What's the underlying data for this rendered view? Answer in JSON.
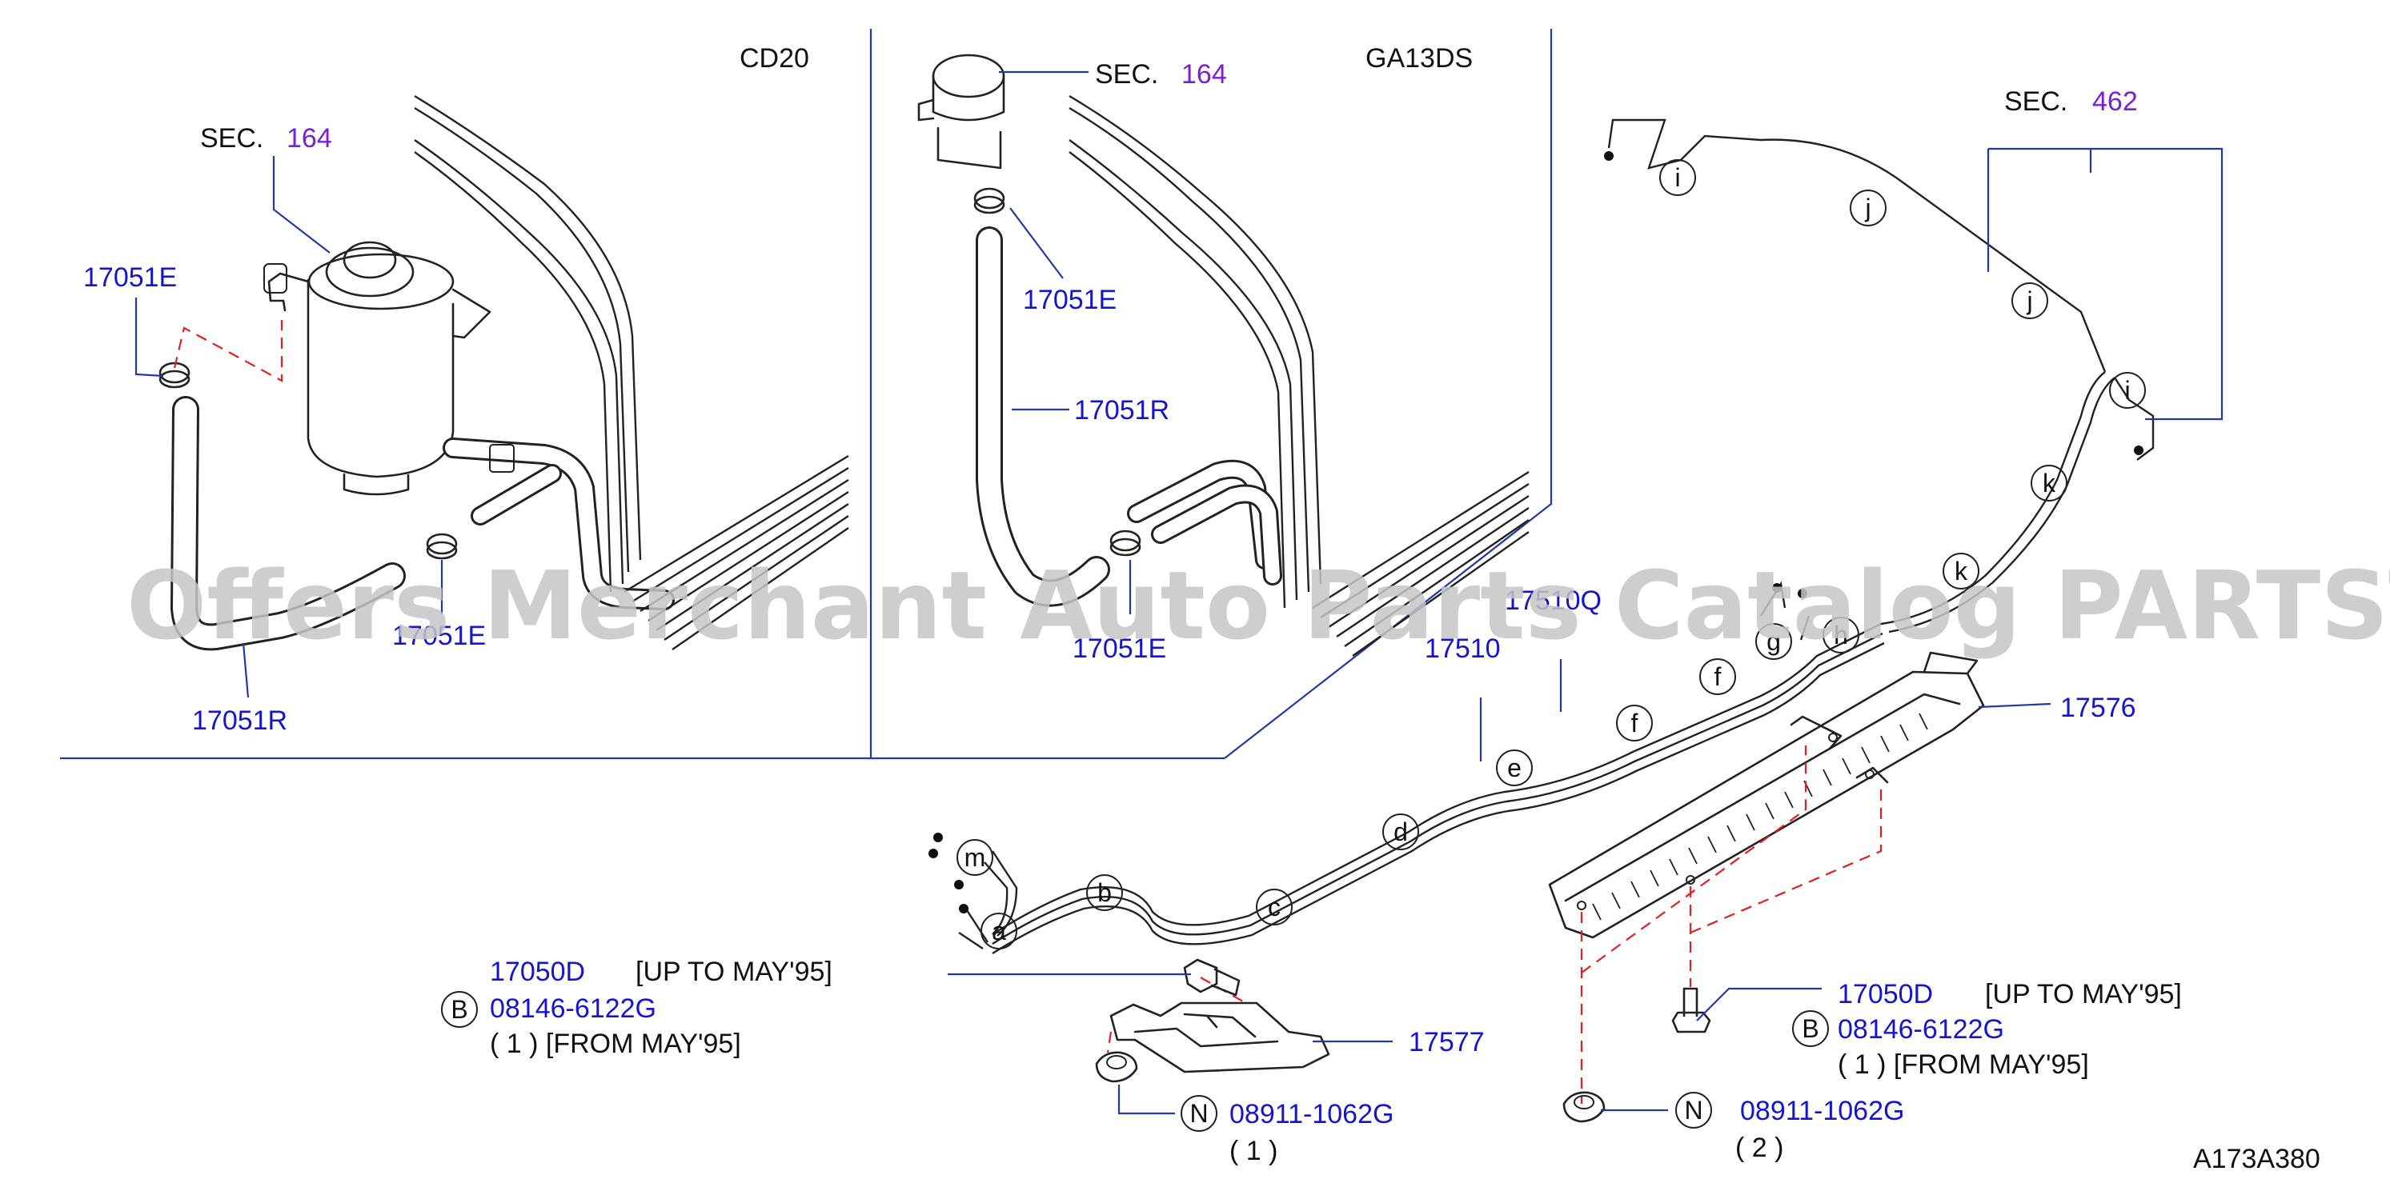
{
  "variants": {
    "left": "CD20",
    "middle": "GA13DS"
  },
  "sections": {
    "sec_prefix": "SEC.",
    "left_sec": "164",
    "middle_sec": "164",
    "right_sec": "462"
  },
  "parts": {
    "p17051E_a": "17051E",
    "p17051E_b": "17051E",
    "p17051E_c": "17051E",
    "p17051E_d": "17051E",
    "p17051R_a": "17051R",
    "p17051R_b": "17051R",
    "p17510": "17510",
    "p17510Q": "17510Q",
    "p17576": "17576",
    "p17577": "17577",
    "p17050D_a": "17050D",
    "p17050D_b": "17050D",
    "p08146_a": "08146-6122G",
    "p08146_b": "08146-6122G",
    "p08911_a": "08911-1062G",
    "p08911_b": "08911-1062G"
  },
  "notes": {
    "up_to_a": "[UP   TO   MAY'95]",
    "up_to_b": "[UP   TO   MAY'95]",
    "from_a": "( 1 ) [FROM   MAY'95]",
    "from_b": "( 1 ) [FROM   MAY'95]",
    "qty_1": "( 1 )",
    "qty_2": "( 2 )"
  },
  "symbols": {
    "bolt": "B",
    "nut": "N"
  },
  "clips": [
    "a",
    "b",
    "c",
    "d",
    "e",
    "f",
    "f",
    "g",
    "h",
    "i",
    "i",
    "j",
    "j",
    "k",
    "k",
    "m"
  ],
  "diagram_code": "A173A380",
  "watermark": "Offers Merchant Auto Parts Catalog PARTSTORE.SA"
}
